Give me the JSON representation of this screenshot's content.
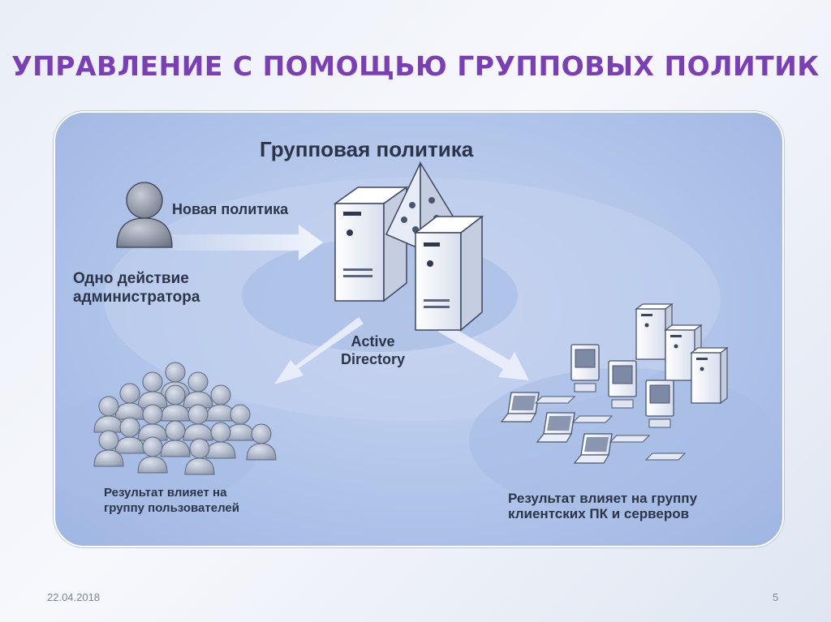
{
  "slide": {
    "title": "УПРАВЛЕНИЕ С ПОМОЩЬЮ ГРУППОВЫХ ПОЛИТИК",
    "date": "22.04.2018",
    "page_number": "5"
  },
  "diagram": {
    "title": "Групповая политика",
    "new_policy_label": "Новая политика",
    "admin_action_line1": "Одно действие",
    "admin_action_line2": "администратора",
    "active_directory_line1": "Active",
    "active_directory_line2": "Directory",
    "users_result_line1": "Результат влияет на",
    "users_result_line2": "группу пользователей",
    "computers_result_line1": "Результат влияет на группу",
    "computers_result_line2": "клиентских ПК и серверов"
  },
  "colors": {
    "title": "#7a3fb6",
    "panel": "#b1c5ea",
    "text": "#2c3548",
    "device_fill": "#f2f5fb",
    "device_stroke": "#4a5570"
  },
  "icons": [
    "administrator-icon",
    "server-icon",
    "active-directory-pyramid-icon",
    "user-group-icon",
    "desktop-computer-icon",
    "laptop-icon",
    "arrow-icon"
  ]
}
